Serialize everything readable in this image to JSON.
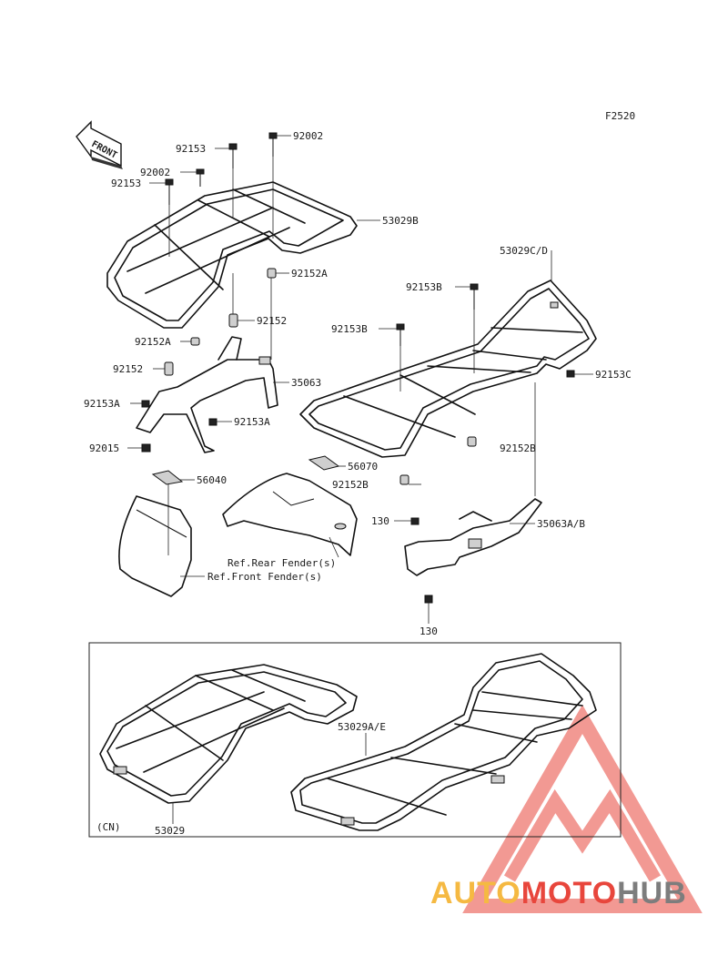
{
  "diagram": {
    "ref_code": "F2520",
    "front_label": "FRONT",
    "labels": {
      "p92153_top": "92153",
      "p92002_top": "92002",
      "p92002_left": "92002",
      "p92153_left": "92153",
      "p53029B": "53029B",
      "p92152A_a": "92152A",
      "p92152_a": "92152",
      "p92152A_b": "92152A",
      "p92152_b": "92152",
      "p35063": "35063",
      "p92153A_a": "92153A",
      "p92153A_b": "92153A",
      "p92015": "92015",
      "p56040": "56040",
      "p56070": "56070",
      "p92152B_a": "92152B",
      "p53029CD": "53029C/D",
      "p92153B_a": "92153B",
      "p92153B_b": "92153B",
      "p92153C": "92153C",
      "p92152B_b": "92152B",
      "p35063AB": "35063A/B",
      "p130_a": "130",
      "p130_b": "130",
      "ref_rear_fender": "Ref.Rear Fender(s)",
      "ref_front_fender": "Ref.Front Fender(s)",
      "p53029AE": "53029A/E",
      "p53029": "53029",
      "cn": "(CN)"
    }
  },
  "watermark": {
    "part1": "AUTO",
    "part2": "MOTO",
    "part3": "HUB",
    "color1": "#f5b942",
    "color2": "#e8463c",
    "color3": "#7d7d7d"
  }
}
